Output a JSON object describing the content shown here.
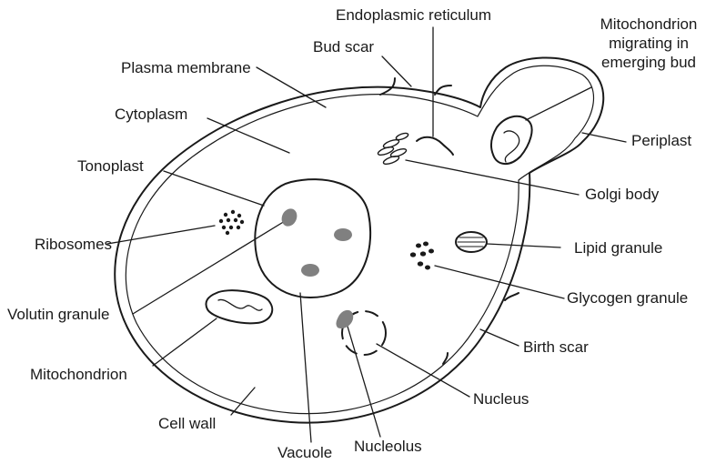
{
  "labels": {
    "endoplasmic_reticulum": "Endoplasmic reticulum",
    "bud_scar": "Bud scar",
    "mitochondrion_bud_line1": "Mitochondrion",
    "mitochondrion_bud_line2": "migrating in",
    "mitochondrion_bud_line3": "emerging bud",
    "plasma_membrane": "Plasma membrane",
    "cytoplasm": "Cytoplasm",
    "periplast": "Periplast",
    "tonoplast": "Tonoplast",
    "golgi_body": "Golgi body",
    "ribosomes": "Ribosomes",
    "lipid_granule": "Lipid granule",
    "glycogen_granule": "Glycogen granule",
    "volutin_granule": "Volutin granule",
    "birth_scar": "Birth scar",
    "mitochondrion": "Mitochondrion",
    "nucleus": "Nucleus",
    "cell_wall": "Cell wall",
    "nucleolus": "Nucleolus",
    "vacuole": "Vacuole"
  },
  "colors": {
    "stroke": "#1a1a1a",
    "organelle_fill": "#808080",
    "background": "#ffffff"
  }
}
